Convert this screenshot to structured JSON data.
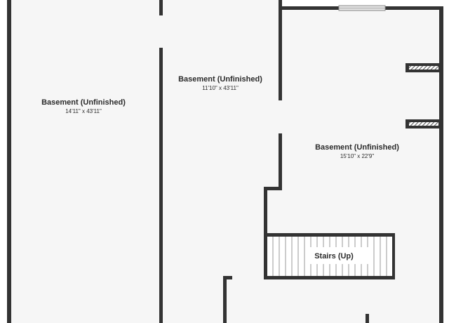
{
  "rooms": [
    {
      "name": "Basement (Unfinished)",
      "dims": "14'11\" x 43'11\""
    },
    {
      "name": "Basement (Unfinished)",
      "dims": "11'10\" x 43'11\""
    },
    {
      "name": "Basement (Unfinished)",
      "dims": "15'10\" x 22'9\""
    }
  ],
  "stairs": {
    "label": "Stairs (Up)"
  },
  "colors": {
    "wall": "#333333",
    "floor": "#f6f6f6",
    "stair_tread": "#ffffff",
    "window": "#e4e4e4"
  }
}
